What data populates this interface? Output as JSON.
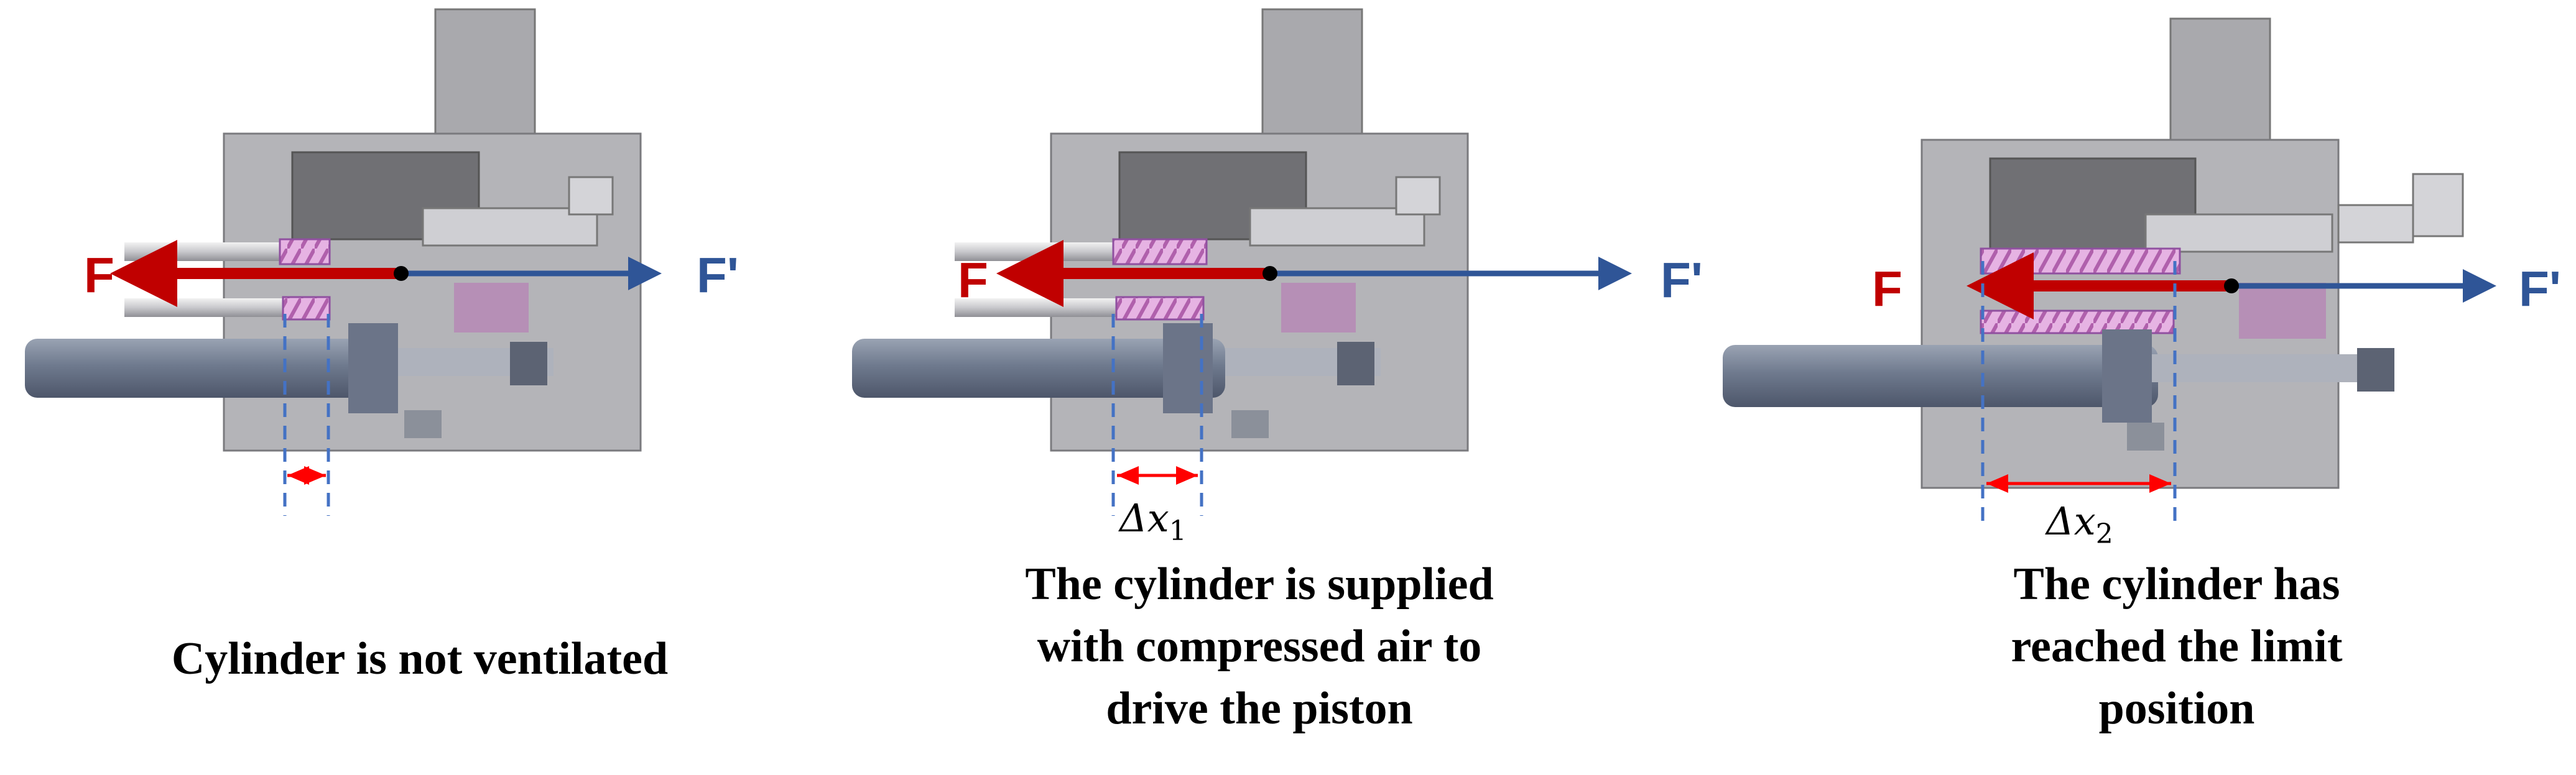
{
  "colors": {
    "force_left": "#c00000",
    "force_right": "#2f5597",
    "dimension": "#ff0000",
    "guide_line": "#4472c4",
    "spring": "#d58fd2",
    "body": "#a8a8b0",
    "dark_part": "#6e6e72"
  },
  "panels": [
    {
      "force_left_label": "F",
      "force_right_label": "F'",
      "displacement_label": "",
      "displacement_subscript": "",
      "caption_lines": [
        "Cylinder is not ventilated"
      ]
    },
    {
      "force_left_label": "F",
      "force_right_label": "F'",
      "displacement_label": "Δx",
      "displacement_subscript": "1",
      "caption_lines": [
        "The cylinder is supplied",
        "with compressed air to",
        "drive the piston"
      ]
    },
    {
      "force_left_label": "F",
      "force_right_label": "F'",
      "displacement_label": "Δx",
      "displacement_subscript": "2",
      "caption_lines": [
        "The cylinder has",
        "reached the limit",
        "position"
      ]
    }
  ]
}
